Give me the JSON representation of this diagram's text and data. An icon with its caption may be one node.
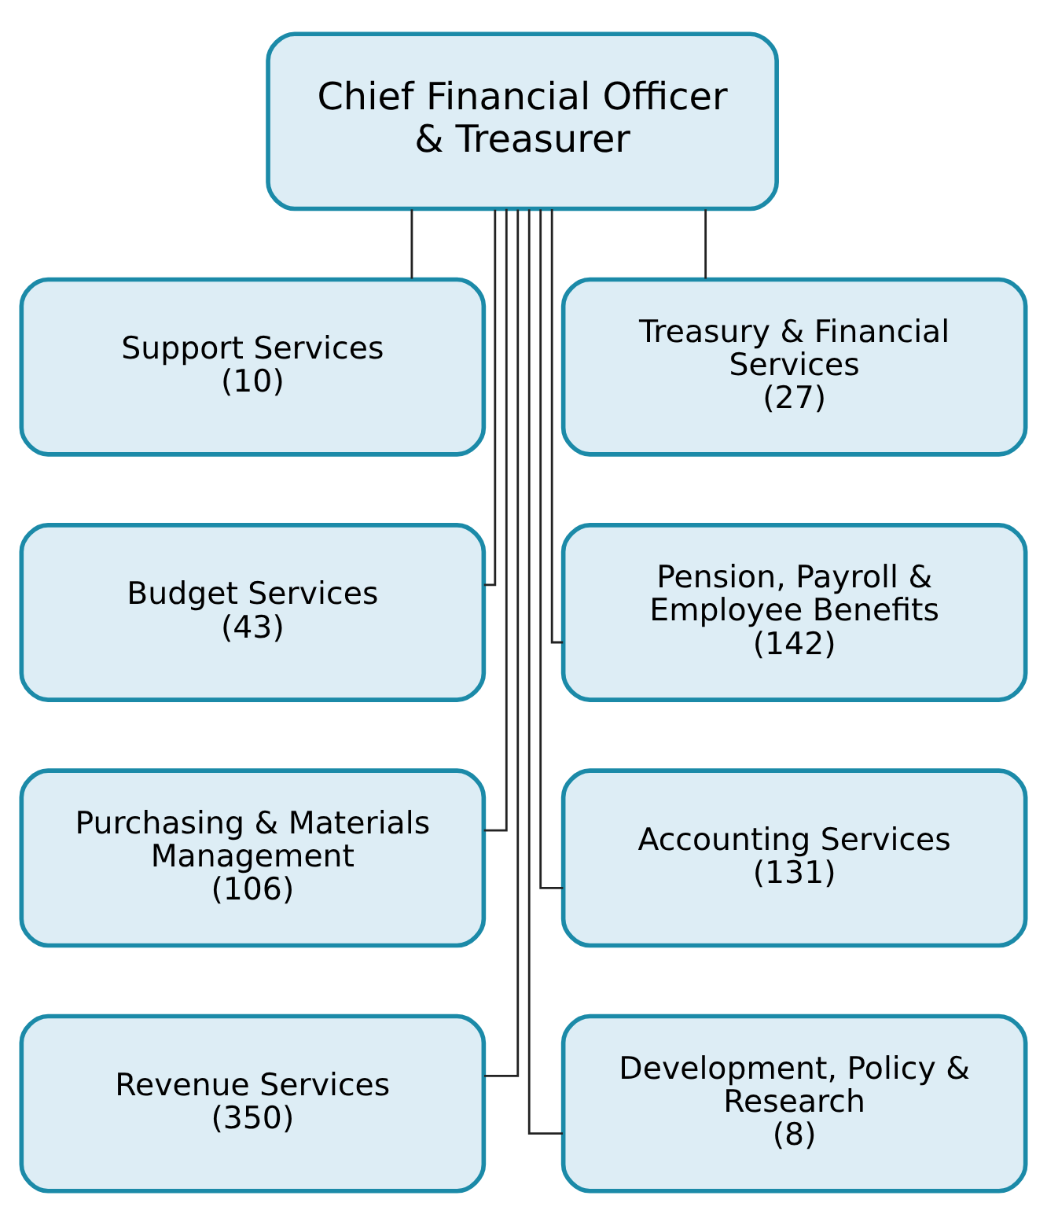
{
  "diagram": {
    "nodes": [
      {
        "text": [
          "Chief Financial Officer & Treasurer"
        ]
      },
      {
        "text": [
          "Support Services",
          "(10)"
        ]
      },
      {
        "text": [
          "Treasury & Financial Services",
          "(27)"
        ]
      },
      {
        "text": [
          "Budget Services",
          "(43)"
        ]
      },
      {
        "text": [
          "Pension, Payroll & Employee Benefits",
          "(142)"
        ]
      },
      {
        "text": [
          "Purchasing & Materials Management",
          "(106)"
        ]
      },
      {
        "text": [
          "Accounting Services",
          "(131)"
        ]
      },
      {
        "text": [
          "Revenue Services",
          "(350)"
        ]
      },
      {
        "text": [
          "Development, Policy & Research",
          "(8)"
        ]
      }
    ],
    "edges": [
      {
        "from": 0,
        "to": 1,
        "arrow": "none"
      },
      {
        "from": 0,
        "to": 2,
        "arrow": "none"
      },
      {
        "from": 0,
        "to": 3,
        "arrow": "none"
      },
      {
        "from": 0,
        "to": 4,
        "arrow": "none"
      },
      {
        "from": 0,
        "to": 5,
        "arrow": "none"
      },
      {
        "from": 0,
        "to": 6,
        "arrow": "none"
      },
      {
        "from": 0,
        "to": 7,
        "arrow": "none"
      },
      {
        "from": 0,
        "to": 8,
        "arrow": "none"
      }
    ]
  }
}
